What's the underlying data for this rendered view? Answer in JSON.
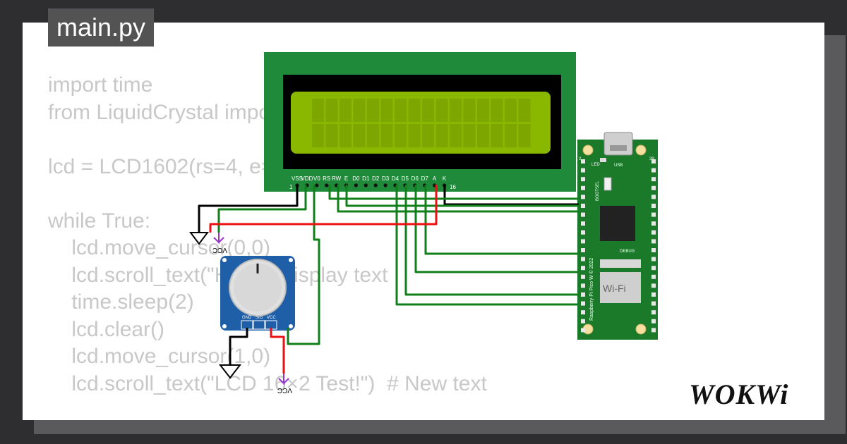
{
  "file_tab": {
    "name": "main.py"
  },
  "code_lines": [
    "import time",
    "from LiquidCrystal import LCD1602",
    "",
    "lcd = LCD1602(rs=4, e=5, d4=6, d5=7, d6=8, d7=9)",
    "",
    "while True:",
    "    lcd.move_cursor(0,0)",
    "    lcd.scroll_text(\"Hi\")  # Display text",
    "    time.sleep(2)",
    "    lcd.clear()",
    "    lcd.move_cursor(1,0)",
    "    lcd.scroll_text(\"LCD 16×2 Test!\")  # New text"
  ],
  "lcd": {
    "pins": [
      "VSS",
      "VDD",
      "V0",
      "RS",
      "RW",
      "E",
      "D0",
      "D1",
      "D2",
      "D3",
      "D4",
      "D5",
      "D6",
      "D7",
      "A",
      "K"
    ],
    "first_pin_number": "1",
    "last_pin_number": "16",
    "screen_color": "#8ab700",
    "board_color": "#1e8a3a"
  },
  "pico": {
    "board_label": "Raspberry Pi Pico W © 2022",
    "wifi_label": "Wi-Fi",
    "debug_label": "DEBUG",
    "led_label": "LED",
    "usb_label": "USB",
    "bootsel_label": "BOOTSEL",
    "pin_top_left": "2",
    "pin_top_right": "39",
    "board_color": "#1a7a2a"
  },
  "potentiometer": {
    "pins": [
      "GND",
      "SIG",
      "VCC"
    ],
    "board_color": "#1f5fa8"
  },
  "power_labels": {
    "vcc": "VCC"
  },
  "brand": {
    "name": "WOKWi"
  },
  "wire_colors": {
    "black": "#000000",
    "green": "#11801a",
    "red": "#ee1111",
    "vcc": "#9933cc"
  }
}
